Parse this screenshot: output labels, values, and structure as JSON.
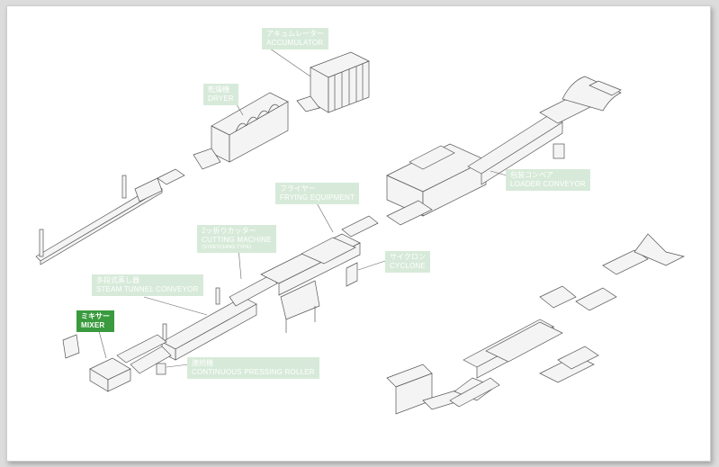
{
  "labels": {
    "accumulator": {
      "jp": "アキュムレーター",
      "en": "ACCUMULATOR"
    },
    "dryer": {
      "jp": "乾燥機",
      "en": "DRYER"
    },
    "frying": {
      "jp": "フライヤー",
      "en": "FRYING EQUIPMENT"
    },
    "loader": {
      "jp": "包装コンベア",
      "en": "LOADER CONVEYOR"
    },
    "cutting": {
      "jp": "2ッ折りカッター",
      "en": "CUTTING MACHINE",
      "sub": "(STRETCHING TYPE)"
    },
    "cyclone": {
      "jp": "サイクロン",
      "en": "CYCLONE"
    },
    "steam": {
      "jp": "多段式蒸し器",
      "en": "STEAM TUNNEL CONVEYOR"
    },
    "mixer": {
      "jp": "ミキサー",
      "en": "MIXER"
    },
    "pressing": {
      "jp": "連続機",
      "en": "CONTINUOUS PRESSING ROLLER"
    }
  },
  "colors": {
    "label_bg": "#d7ead9",
    "label_active": "#3a9a3e",
    "line": "#666666"
  }
}
